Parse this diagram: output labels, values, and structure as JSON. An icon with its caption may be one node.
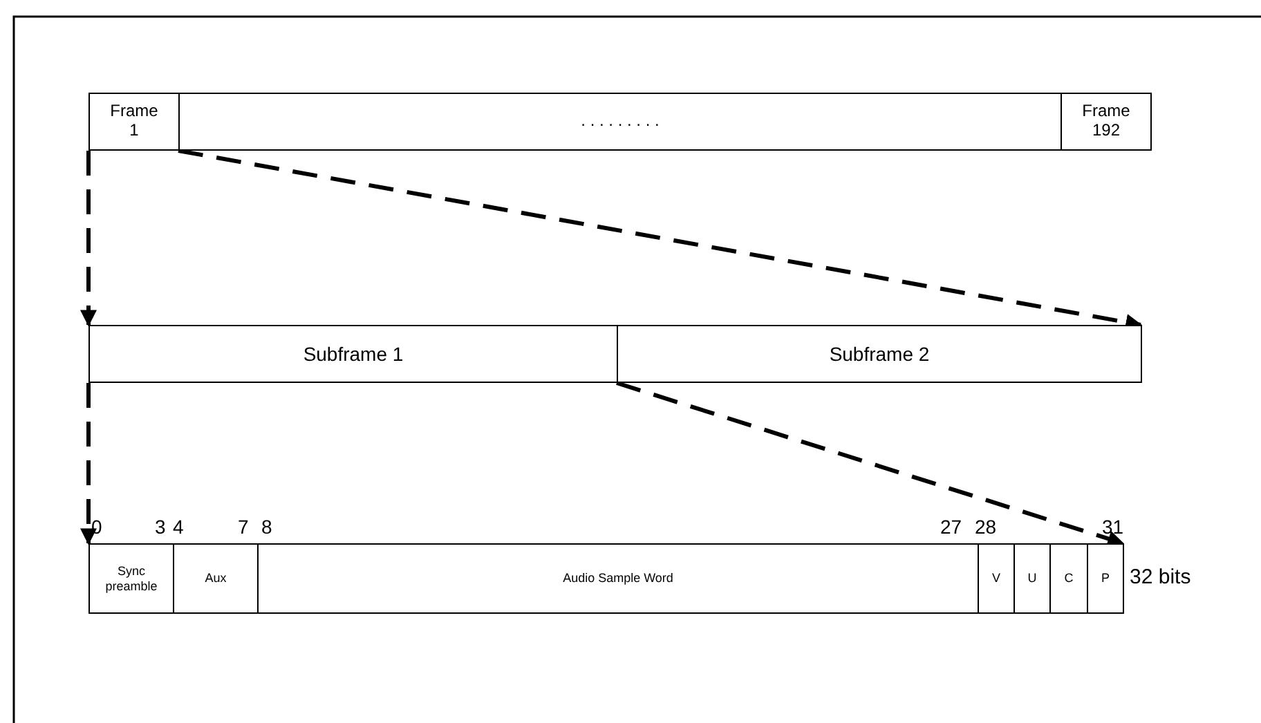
{
  "diagram": {
    "nodes": [
      {
        "text": [
          "Frame 1"
        ]
      },
      {
        "text": [
          ". . . . . . . . ."
        ]
      },
      {
        "text": [
          "Frame 192"
        ]
      },
      {
        "text": [
          "Subframe 1"
        ]
      },
      {
        "text": [
          "Subframe 2"
        ]
      },
      {
        "text": [
          "Sync preamble"
        ]
      },
      {
        "text": [
          "Aux"
        ]
      },
      {
        "text": [
          "Audio Sample Word"
        ]
      },
      {
        "text": [
          "V"
        ]
      },
      {
        "text": [
          "U"
        ]
      },
      {
        "text": [
          "C"
        ]
      },
      {
        "text": [
          "P"
        ]
      }
    ],
    "edges": [
      {
        "from": 0,
        "to": 3,
        "arrow": "to",
        "style": "dashed"
      },
      {
        "from": 0,
        "to": 4,
        "arrow": "to",
        "style": "dashed"
      },
      {
        "from": 3,
        "to": 5,
        "arrow": "to",
        "style": "dashed"
      },
      {
        "from": 3,
        "to": 11,
        "arrow": "to",
        "style": "dashed"
      }
    ],
    "labels": [
      "0",
      "3",
      "4",
      "7",
      "8",
      "27",
      "28",
      "31",
      "32 bits"
    ]
  }
}
